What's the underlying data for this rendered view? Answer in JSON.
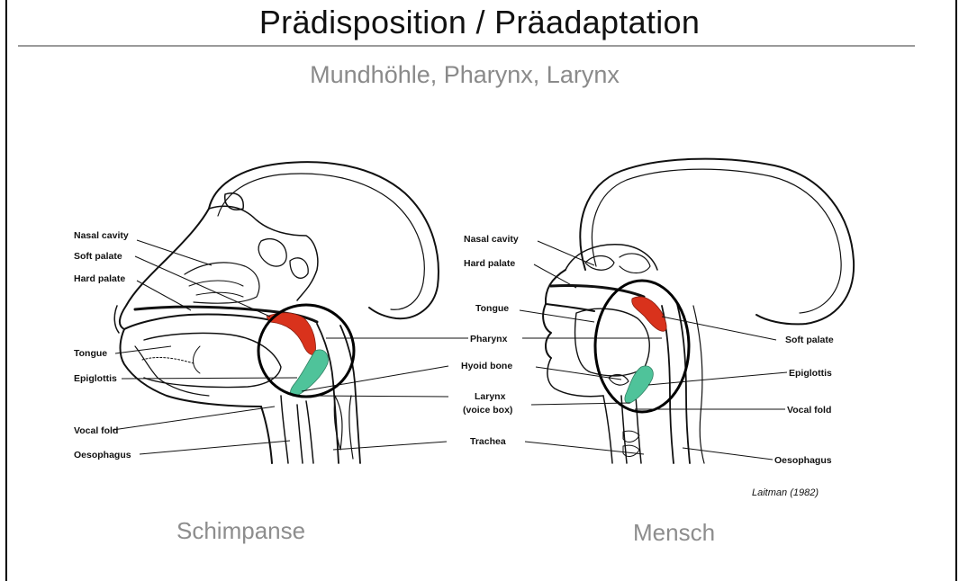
{
  "title": "Prädisposition / Präadaptation",
  "subtitle": "Mundhöhle, Pharynx, Larynx",
  "citation": "Laitman (1982)",
  "left_labels": {
    "nasal_cavity": "Nasal cavity",
    "soft_palate": "Soft palate",
    "hard_palate": "Hard palate",
    "tongue": "Tongue",
    "epiglottis": "Epiglottis",
    "vocal_fold": "Vocal fold",
    "oesophagus": "Oesophagus"
  },
  "center_labels": {
    "nasal_cavity": "Nasal cavity",
    "hard_palate": "Hard palate",
    "tongue": "Tongue",
    "pharynx": "Pharynx",
    "hyoid_bone": "Hyoid bone",
    "larynx_line1": "Larynx",
    "larynx_line2": "(voice box)",
    "trachea": "Trachea"
  },
  "right_labels": {
    "soft_palate": "Soft palate",
    "epiglottis": "Epiglottis",
    "vocal_fold": "Vocal fold",
    "oesophagus": "Oesophagus"
  },
  "captions": {
    "left": "Schimpanse",
    "right": "Mensch"
  },
  "colors": {
    "soft_palate_highlight": "#d9321c",
    "epiglottis_highlight": "#4fc39a",
    "drawing_ink": "#111111"
  }
}
